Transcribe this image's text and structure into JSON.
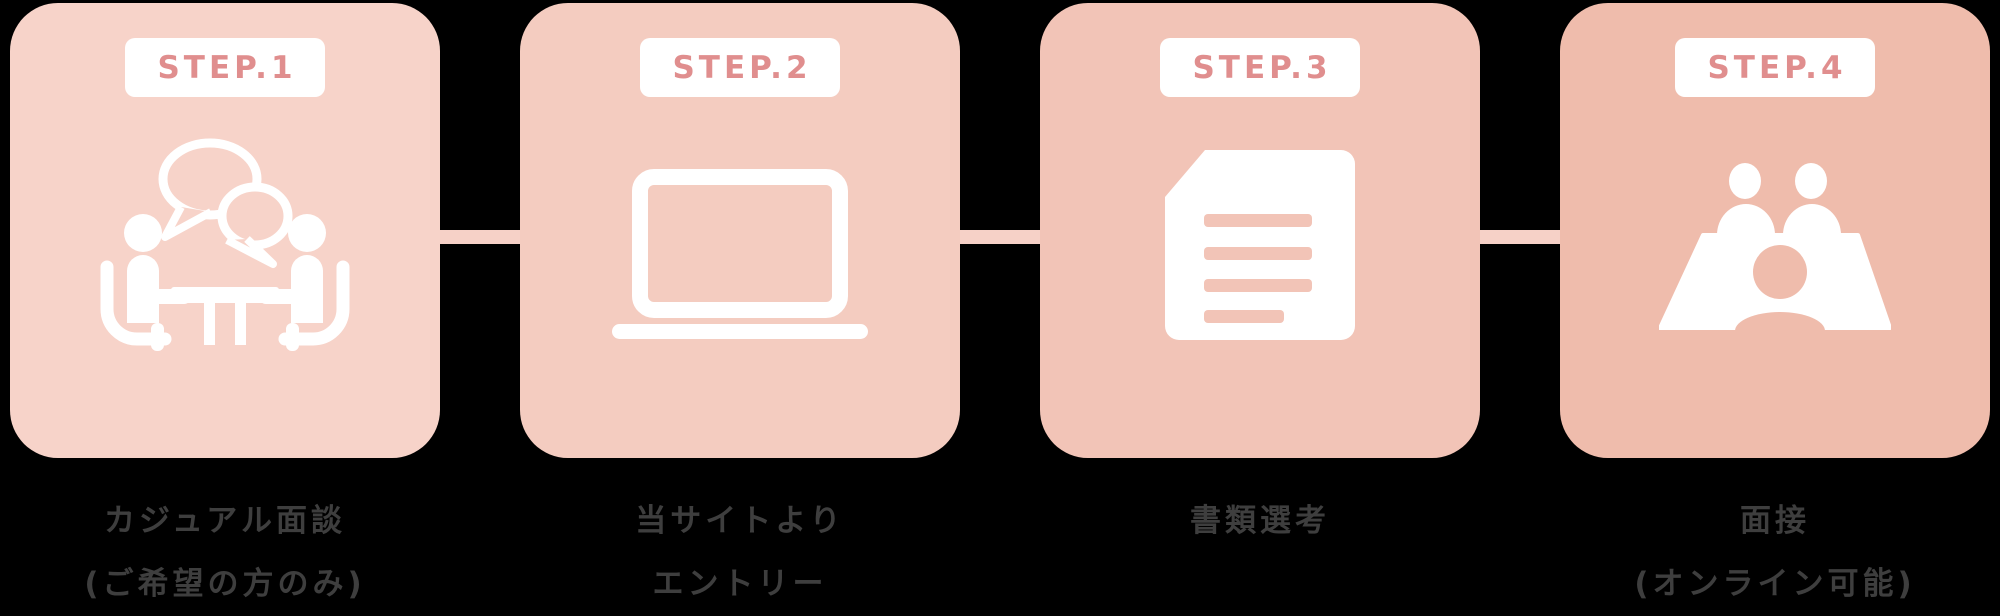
{
  "background_color": "#000000",
  "badge_text_color": "#E08E8E",
  "label_text_color": "#3E3E3E",
  "connector_color": "#F6D1C7",
  "icon_color": "#FFFFFF",
  "steps": [
    {
      "badge": "STEP.1",
      "icon": "meeting-icon",
      "card_color": "#F7D3C9",
      "lines": [
        "カジュアル面談",
        "(ご希望の方のみ)"
      ]
    },
    {
      "badge": "STEP.2",
      "icon": "laptop-icon",
      "card_color": "#F4CCC0",
      "lines": [
        "当サイトより",
        "エントリー"
      ]
    },
    {
      "badge": "STEP.3",
      "icon": "document-icon",
      "card_color": "#F2C4B7",
      "lines": [
        "書類選考"
      ]
    },
    {
      "badge": "STEP.4",
      "icon": "interview-icon",
      "card_color": "#EFBCAC",
      "lines": [
        "面接",
        "(オンライン可能)"
      ]
    }
  ]
}
